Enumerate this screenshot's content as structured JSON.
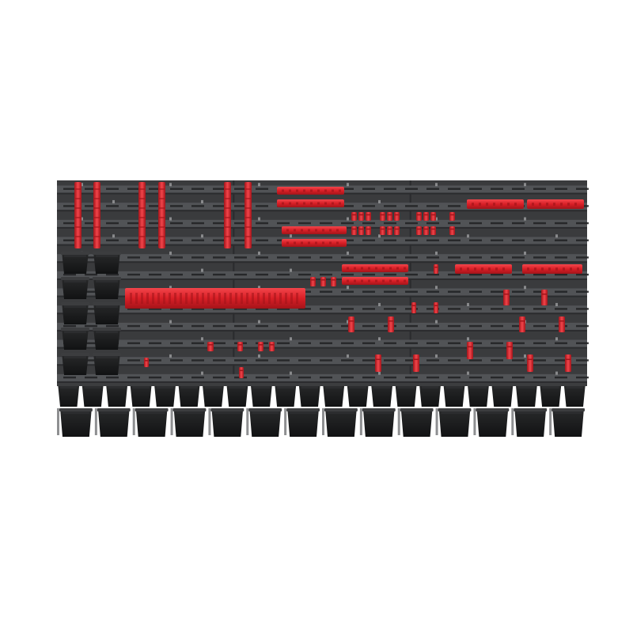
{
  "image": {
    "subject": "pegboard-tool-wall",
    "colors": {
      "background": "#ffffff",
      "panel": "#3a3b3d",
      "panel_seam": "#2a2b2d",
      "rail": "#515356",
      "rail_shadow": "#2b2c2e",
      "slot": "#1f2021",
      "holder_red": "#d91f26",
      "holder_red_dark": "#a3141a",
      "holder_red_light": "#f2454b",
      "bin": "#1e1f20",
      "bin_rim": "#3c3d3f",
      "bin_lip": "#2c2d2f"
    },
    "counts": {
      "panels": 3,
      "rail_rows": 12,
      "left_bins": 10,
      "upper_bin_row": 22,
      "lower_bin_row": 14
    }
  }
}
